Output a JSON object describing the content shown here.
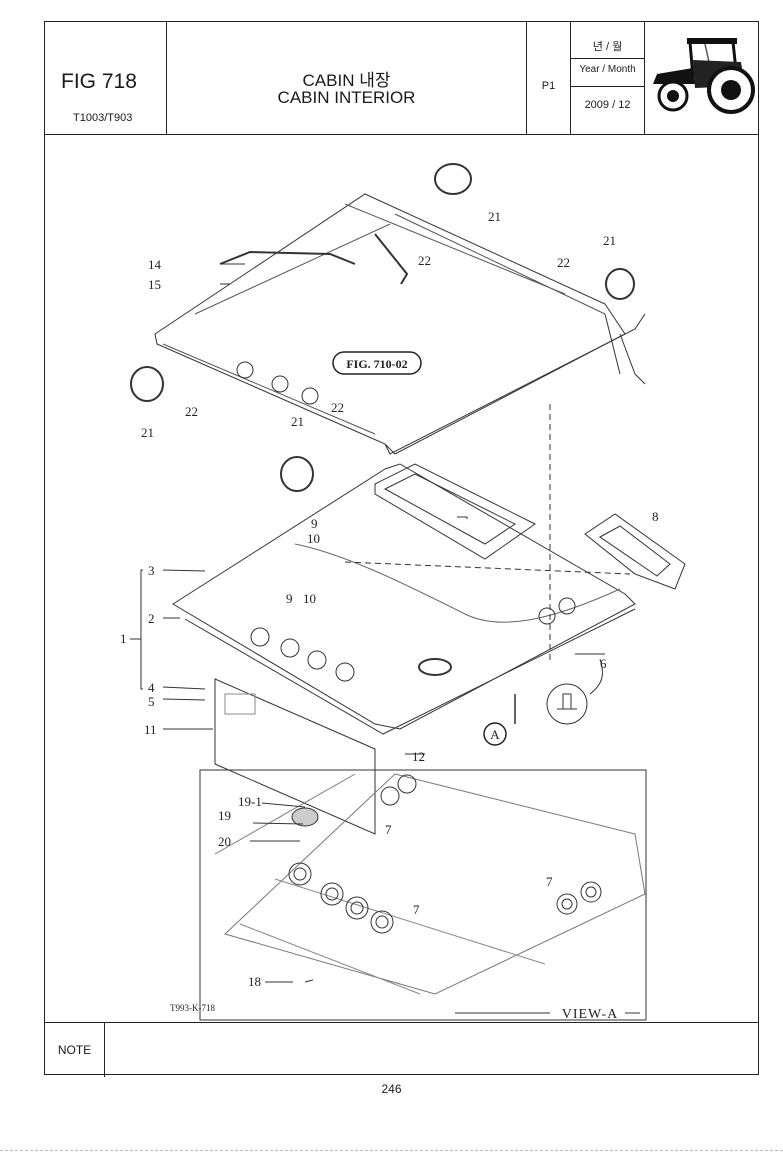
{
  "header": {
    "fig": "FIG 718",
    "model": "T1003/T903",
    "title_line1": "CABIN 내장",
    "title_line2": "CABIN INTERIOR",
    "page_code": "P1",
    "year_month_kr": "년 / 월",
    "year_month_en": "Year / Month",
    "date": "2009 / 12",
    "logo_icon": "tractor-icon"
  },
  "drawing": {
    "callouts": {
      "c1": "1",
      "c2": "2",
      "c3": "3",
      "c4": "4",
      "c5": "5",
      "c6": "6",
      "c7a": "7",
      "c7b": "7",
      "c7c": "7",
      "c8": "8",
      "c9a": "9",
      "c9b": "9",
      "c10a": "10",
      "c10b": "10",
      "c11": "11",
      "c12": "12",
      "c14": "14",
      "c15": "15",
      "c18": "18",
      "c19": "19",
      "c19_1": "19-1",
      "c20": "20",
      "c21a": "21",
      "c21b": "21",
      "c21c": "21",
      "c21d": "21",
      "c22a": "22",
      "c22b": "22",
      "c22c": "22",
      "c22d": "22"
    },
    "fig_ref": "FIG. 710-02",
    "view_marker": "A",
    "view_label": "VIEW-A",
    "drawing_code": "T993-K-718"
  },
  "footer": {
    "note_label": "NOTE",
    "page_number": "246"
  }
}
